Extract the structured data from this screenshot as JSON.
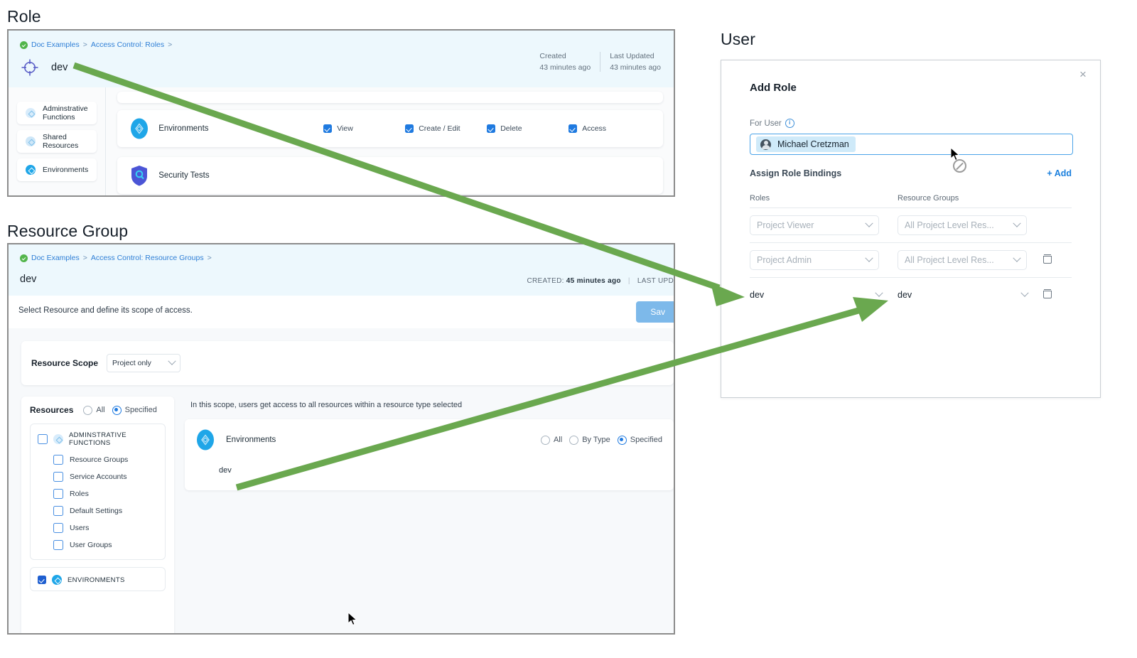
{
  "labels": {
    "role_section": "Role",
    "resource_group_section": "Resource Group",
    "user_section": "User"
  },
  "colors": {
    "arrow_green": "#6aa84f",
    "accent_blue": "#1f7ae0",
    "header_bg": "#edf8fd",
    "link_blue": "#2f7fd6",
    "save_blue": "#7db9ea"
  },
  "role_panel": {
    "breadcrumb": [
      "Doc Examples",
      "Access Control: Roles"
    ],
    "name": "dev",
    "meta": [
      {
        "label": "Created",
        "value": "43 minutes ago"
      },
      {
        "label": "Last Updated",
        "value": "43 minutes ago"
      }
    ],
    "sidebar": [
      {
        "label": "Adminstrative Functions",
        "icon": "hex-icon-pale"
      },
      {
        "label": "Shared Resources",
        "icon": "hex-icon-pale"
      },
      {
        "label": "Environments",
        "icon": "hex-icon-solid"
      }
    ],
    "permissions": [
      {
        "name": "Environments",
        "options": [
          {
            "label": "View",
            "checked": true
          },
          {
            "label": "Create / Edit",
            "checked": true
          },
          {
            "label": "Delete",
            "checked": true
          },
          {
            "label": "Access",
            "checked": true
          }
        ]
      },
      {
        "name": "Security Tests",
        "options": []
      }
    ]
  },
  "resource_group_panel": {
    "breadcrumb": [
      "Doc Examples",
      "Access Control: Resource Groups"
    ],
    "name": "dev",
    "meta_created_label": "CREATED:",
    "meta_created_value": "45 minutes ago",
    "meta_updated_label": "LAST UPD",
    "subtitle": "Select Resource and define its scope of access.",
    "save_label": "Sav",
    "scope": {
      "label": "Resource Scope",
      "value": "Project only"
    },
    "resources": {
      "title": "Resources",
      "options": [
        {
          "label": "All",
          "selected": false
        },
        {
          "label": "Specified",
          "selected": true
        }
      ],
      "groups": [
        {
          "title": "ADMINSTRATIVE FUNCTIONS",
          "checked": false,
          "items": [
            {
              "label": "Resource Groups",
              "checked": false
            },
            {
              "label": "Service Accounts",
              "checked": false
            },
            {
              "label": "Roles",
              "checked": false
            },
            {
              "label": "Default Settings",
              "checked": false
            },
            {
              "label": "Users",
              "checked": false
            },
            {
              "label": "User Groups",
              "checked": false
            }
          ]
        },
        {
          "title": "ENVIRONMENTS",
          "checked": true,
          "items": []
        }
      ]
    },
    "scope_note": "In this scope, users get access to all resources within a resource type selected",
    "env_card": {
      "name": "Environments",
      "options": [
        {
          "label": "All",
          "selected": false
        },
        {
          "label": "By Type",
          "selected": false
        },
        {
          "label": "Specified",
          "selected": true
        }
      ],
      "value": "dev"
    }
  },
  "user_dialog": {
    "title": "Add Role",
    "close_icon": "×",
    "for_user_label": "For User",
    "user_chip": "Michael Cretzman",
    "bindings_label": "Assign Role Bindings",
    "add_label": "+ Add",
    "columns": [
      "Roles",
      "Resource Groups"
    ],
    "rows": [
      {
        "role": "Project Viewer",
        "resource_group": "All Project Level Res...",
        "plain": false,
        "deletable": false
      },
      {
        "role": "Project Admin",
        "resource_group": "All Project Level Res...",
        "plain": false,
        "deletable": true
      },
      {
        "role": "dev",
        "resource_group": "dev",
        "plain": true,
        "deletable": true
      }
    ]
  }
}
